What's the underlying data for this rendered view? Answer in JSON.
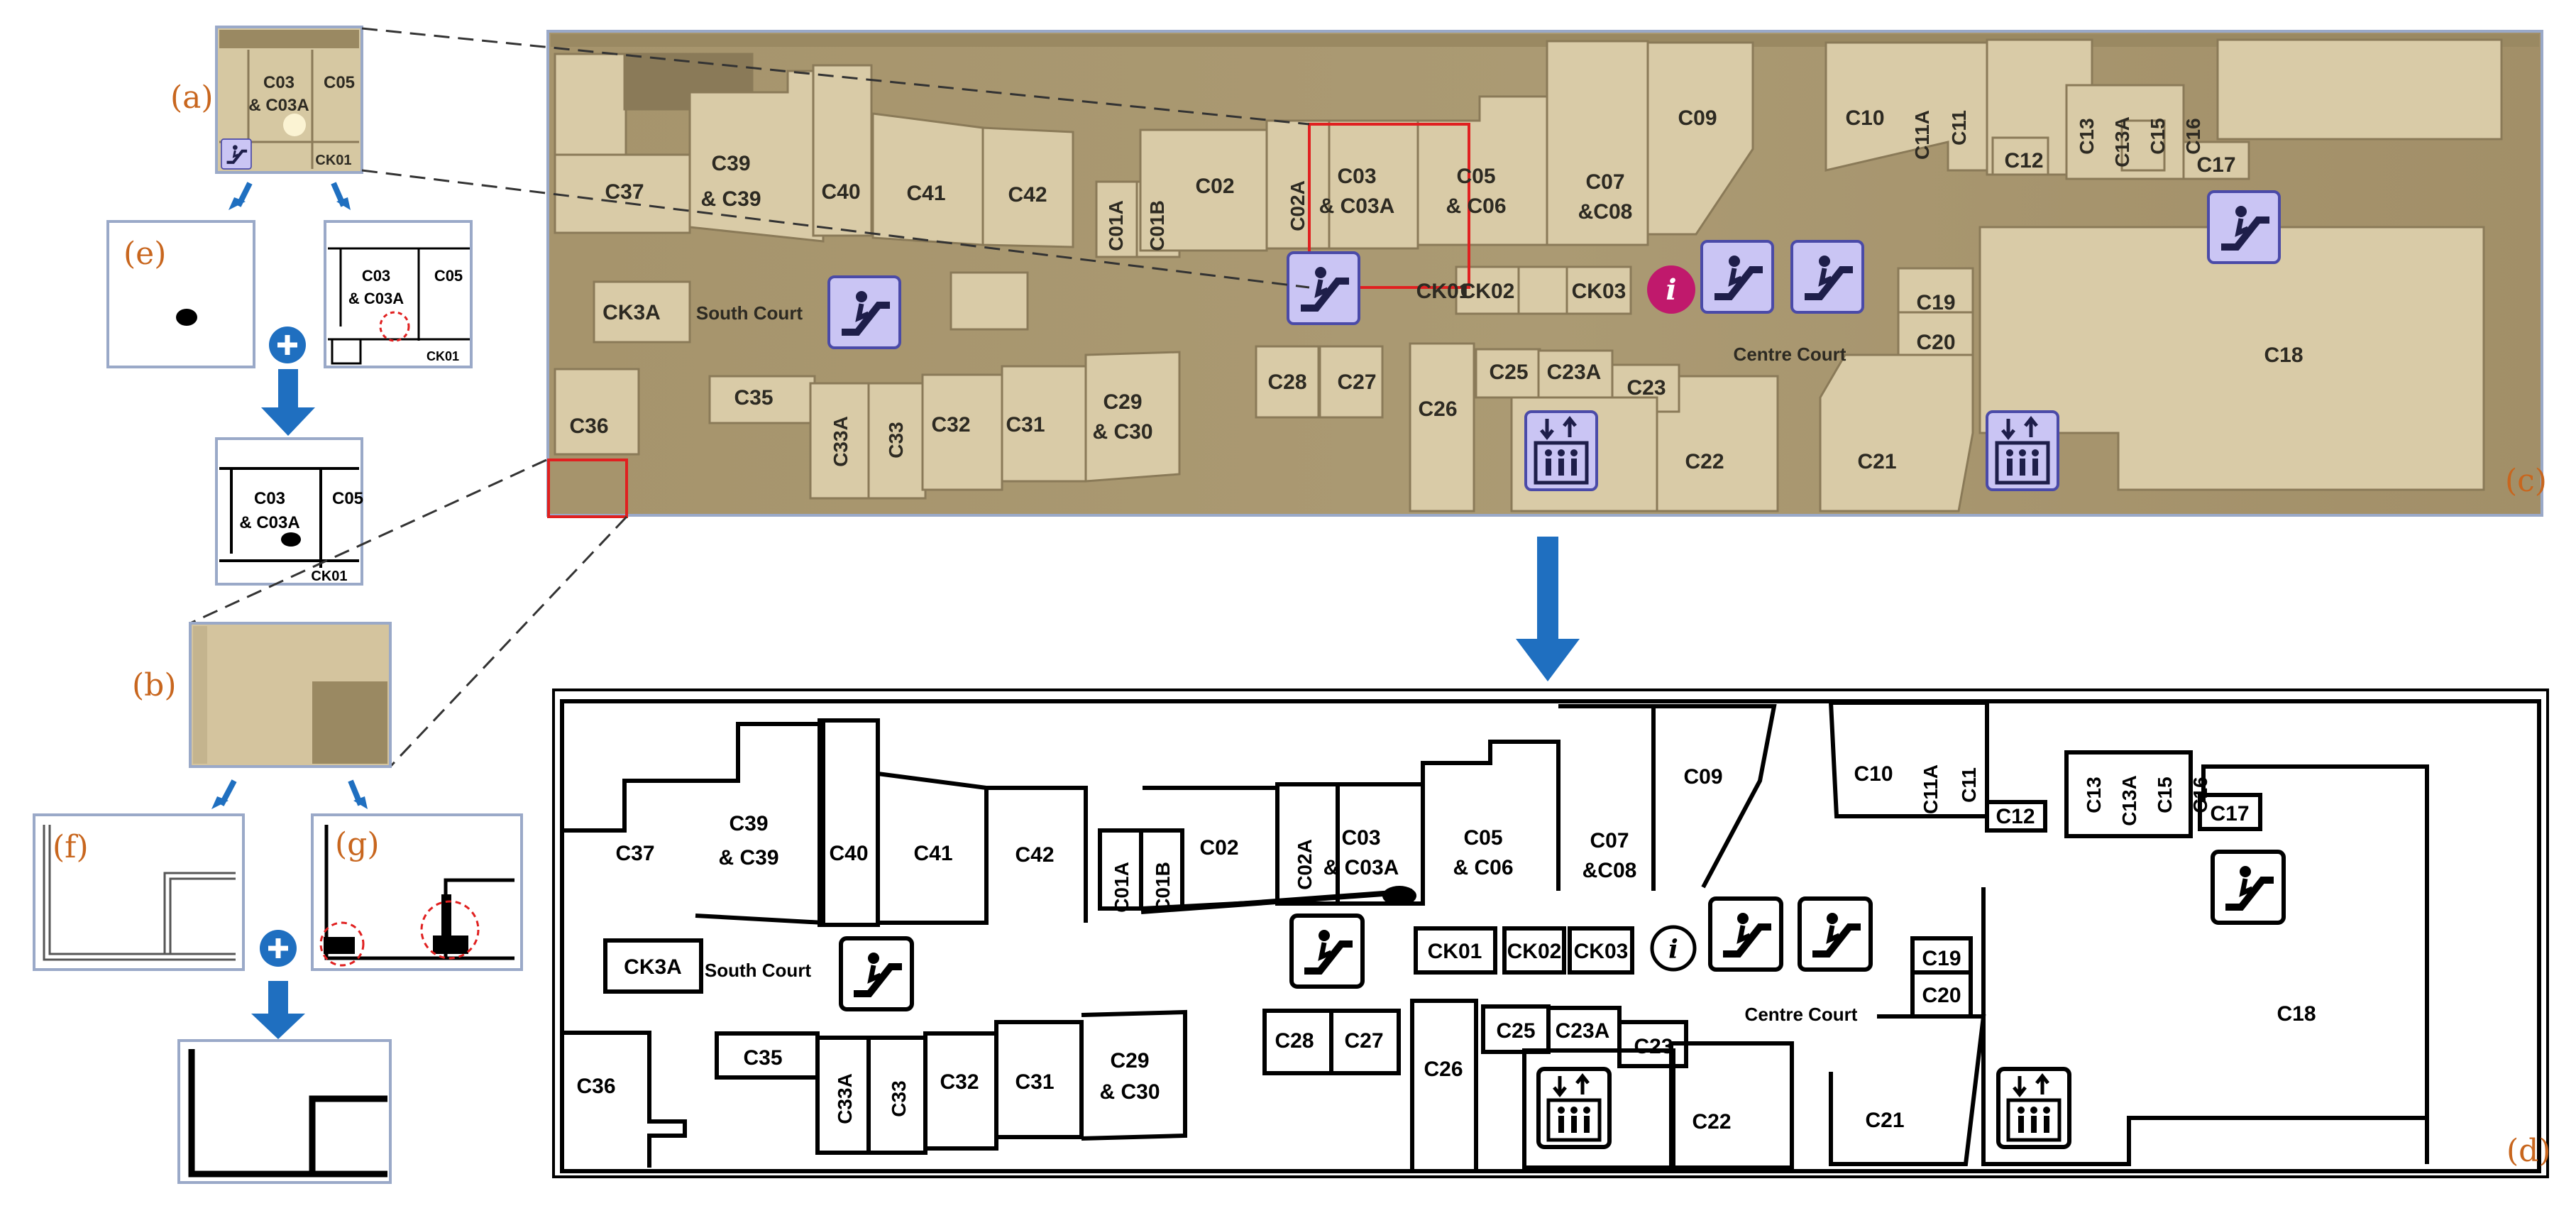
{
  "panels": {
    "a": "(a)",
    "b": "(b)",
    "c": "(c)",
    "d": "(d)",
    "e": "(e)",
    "f": "(f)",
    "g": "(g)"
  },
  "map": {
    "colors": {
      "bg": "#a99770",
      "shop": "#d9cba7",
      "dark": "#8a7a58",
      "icon": "#c9c4f2",
      "info": "#c0196c",
      "accent": "#1f6fc0",
      "mark": "#e02020"
    },
    "courts": {
      "south": "South Court",
      "centre": "Centre Court"
    },
    "court_d_centre": "Centre Court",
    "shops": {
      "C37": "C37",
      "C39a": "C39",
      "C39b": "& C39",
      "C40": "C40",
      "C41": "C41",
      "C42": "C42",
      "C01A": "C01A",
      "C01B": "C01B",
      "C02": "C02",
      "C02A": "C02A",
      "C03a": "C03",
      "C03b": "& C03A",
      "C05a": "C05",
      "C05b": "& C06",
      "C07a": "C07",
      "C07b": "&C08",
      "C09": "C09",
      "C10": "C10",
      "C11A": "C11A",
      "C11": "C11",
      "C12": "C12",
      "C13": "C13",
      "C13A": "C13A",
      "C15": "C15",
      "C16": "C16",
      "C17": "C17",
      "CK3A": "CK3A",
      "CK01": "CK01",
      "CK02": "CK02",
      "CK03": "CK03",
      "C19": "C19",
      "C20": "C20",
      "C18": "C18",
      "C36": "C36",
      "C35": "C35",
      "C33A": "C33A",
      "C33": "C33",
      "C32": "C32",
      "C31": "C31",
      "C29a": "C29",
      "C29b": "& C30",
      "C28": "C28",
      "C27": "C27",
      "C26": "C26",
      "C25": "C25",
      "C23A": "C23A",
      "C23": "C23",
      "C22": "C22",
      "C21": "C21",
      "C02X": "C02A"
    },
    "icons": [
      "escalator-icon",
      "lift-icon",
      "info-icon"
    ]
  }
}
